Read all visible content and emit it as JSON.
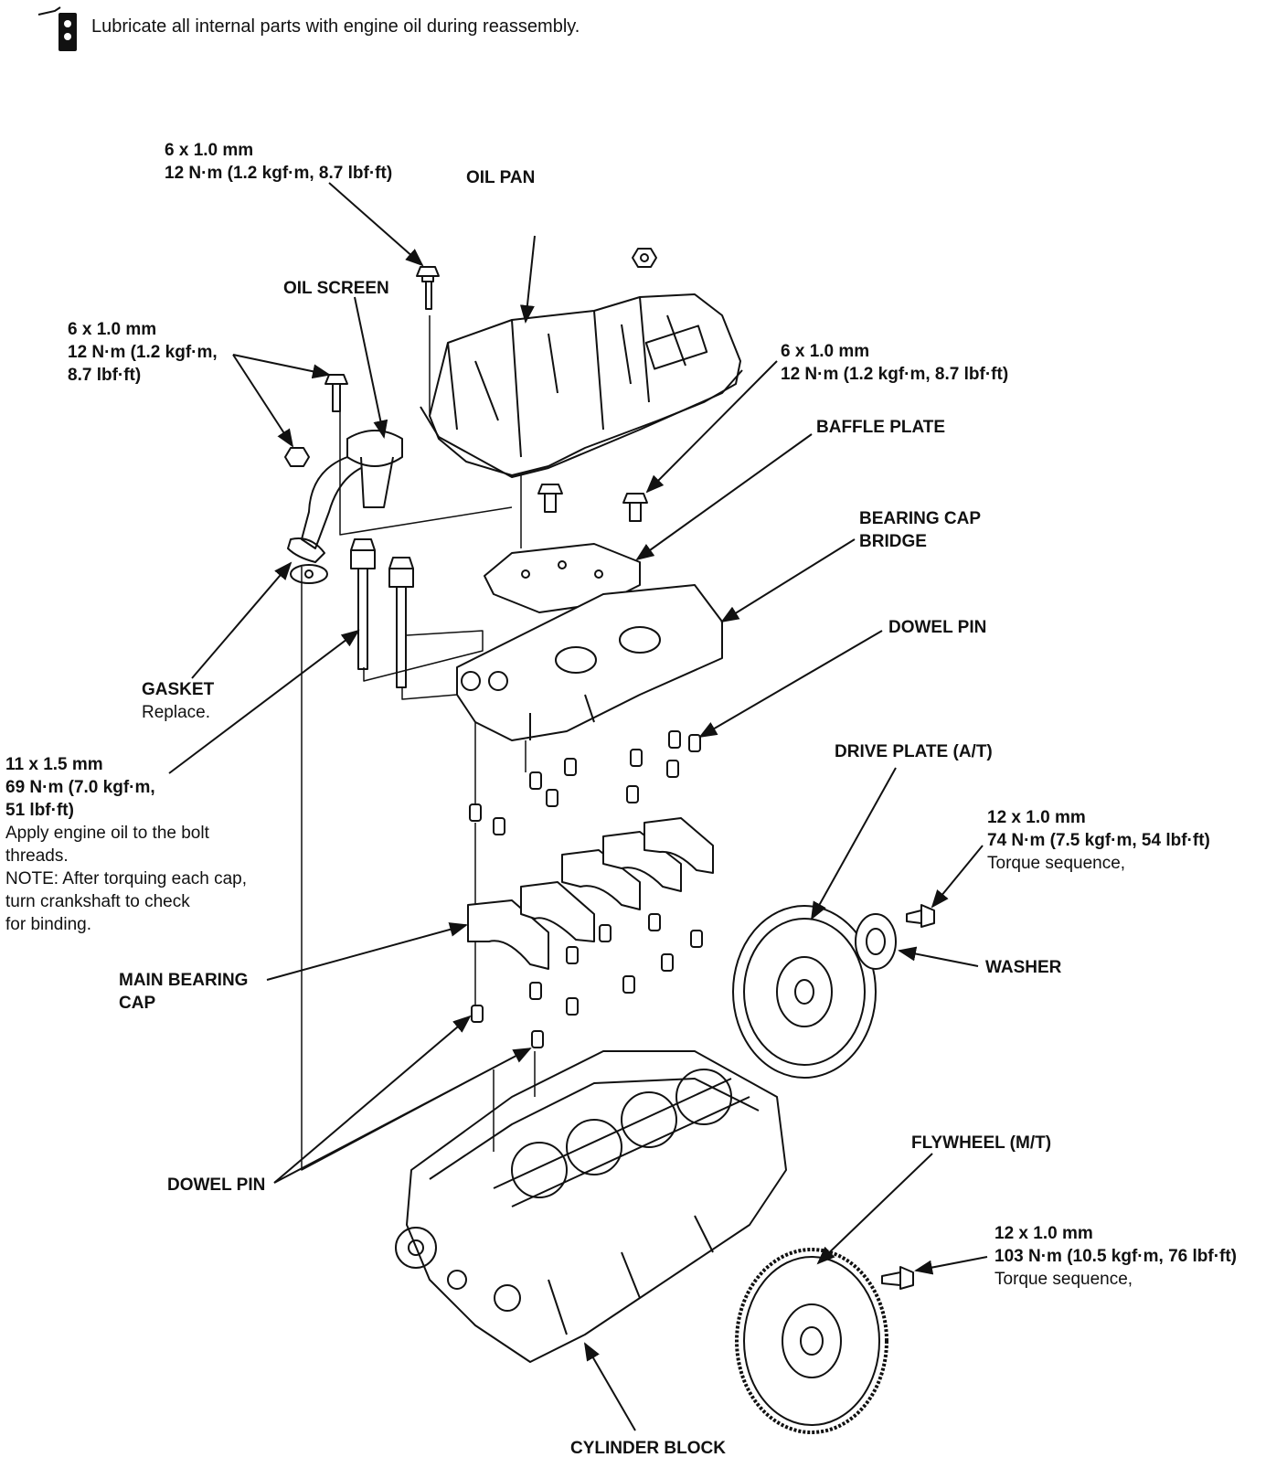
{
  "header": {
    "icon": "oil-can-icon",
    "text": "Lubricate all internal parts with engine oil during reassembly."
  },
  "labels": {
    "oil_pan": "OIL PAN",
    "oil_pan_bolt": {
      "size": "6 x 1.0 mm",
      "torque": "12 N·m (1.2 kgf·m, 8.7 lbf·ft)"
    },
    "oil_screen": "OIL SCREEN",
    "oil_screen_bolt": {
      "size": "6 x 1.0 mm",
      "torque1": "12 N·m (1.2 kgf·m,",
      "torque2": "8.7 lbf·ft)"
    },
    "baffle_bolt": {
      "size": "6 x 1.0 mm",
      "torque": "12 N·m (1.2 kgf·m, 8.7 lbf·ft)"
    },
    "baffle_plate": "BAFFLE PLATE",
    "bearing_cap_bridge": {
      "line1": "BEARING CAP",
      "line2": "BRIDGE"
    },
    "dowel_pin_upper": "DOWEL PIN",
    "gasket": {
      "name": "GASKET",
      "note": "Replace."
    },
    "main_bolt": {
      "size": "11 x 1.5 mm",
      "torque1": "69 N·m (7.0 kgf·m,",
      "torque2": "51 lbf·ft)",
      "note1": "Apply engine oil to the bolt",
      "note2": "threads.",
      "note3": "NOTE:  After torquing each cap,",
      "note4": "turn crankshaft to check",
      "note5": "for binding."
    },
    "drive_plate": "DRIVE PLATE (A/T)",
    "drive_plate_bolt": {
      "size": "12 x 1.0 mm",
      "torque": "74 N·m (7.5 kgf·m, 54 lbf·ft)",
      "note": "Torque sequence,"
    },
    "washer": "WASHER",
    "main_bearing_cap": {
      "line1": "MAIN BEARING",
      "line2": "CAP"
    },
    "dowel_pin_lower": "DOWEL PIN",
    "flywheel": "FLYWHEEL (M/T)",
    "flywheel_bolt": {
      "size": "12 x 1.0 mm",
      "torque": "103 N·m (10.5 kgf·m, 76 lbf·ft)",
      "note": "Torque sequence,"
    },
    "cylinder_block": "CYLINDER BLOCK"
  }
}
